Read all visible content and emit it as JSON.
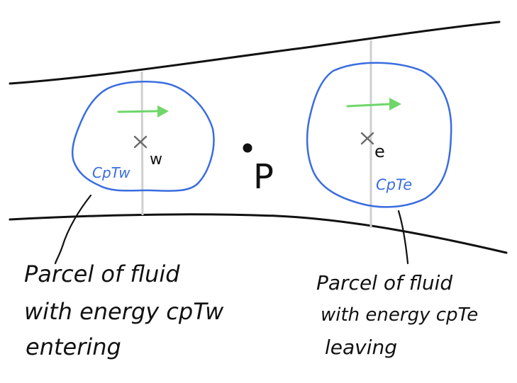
{
  "diagram": {
    "colors": {
      "ink": "#111111",
      "parcel_outline": "#3a6de0",
      "velocity_arrow": "#6fd66a",
      "face_line": "#cfcfcf",
      "face_point": "#6a6a6a",
      "background": "#ffffff"
    },
    "point": {
      "label": "P"
    },
    "west_parcel": {
      "face_label": "w",
      "energy_label": "CpTw",
      "annotation": {
        "line1": "Parcel of fluid",
        "line2": "with energy cpTw",
        "line3": "entering"
      }
    },
    "east_parcel": {
      "face_label": "e",
      "energy_label": "CpTe",
      "annotation": {
        "line1": "Parcel of fluid",
        "line2": "with energy cpTe",
        "line3": "leaving"
      }
    }
  }
}
